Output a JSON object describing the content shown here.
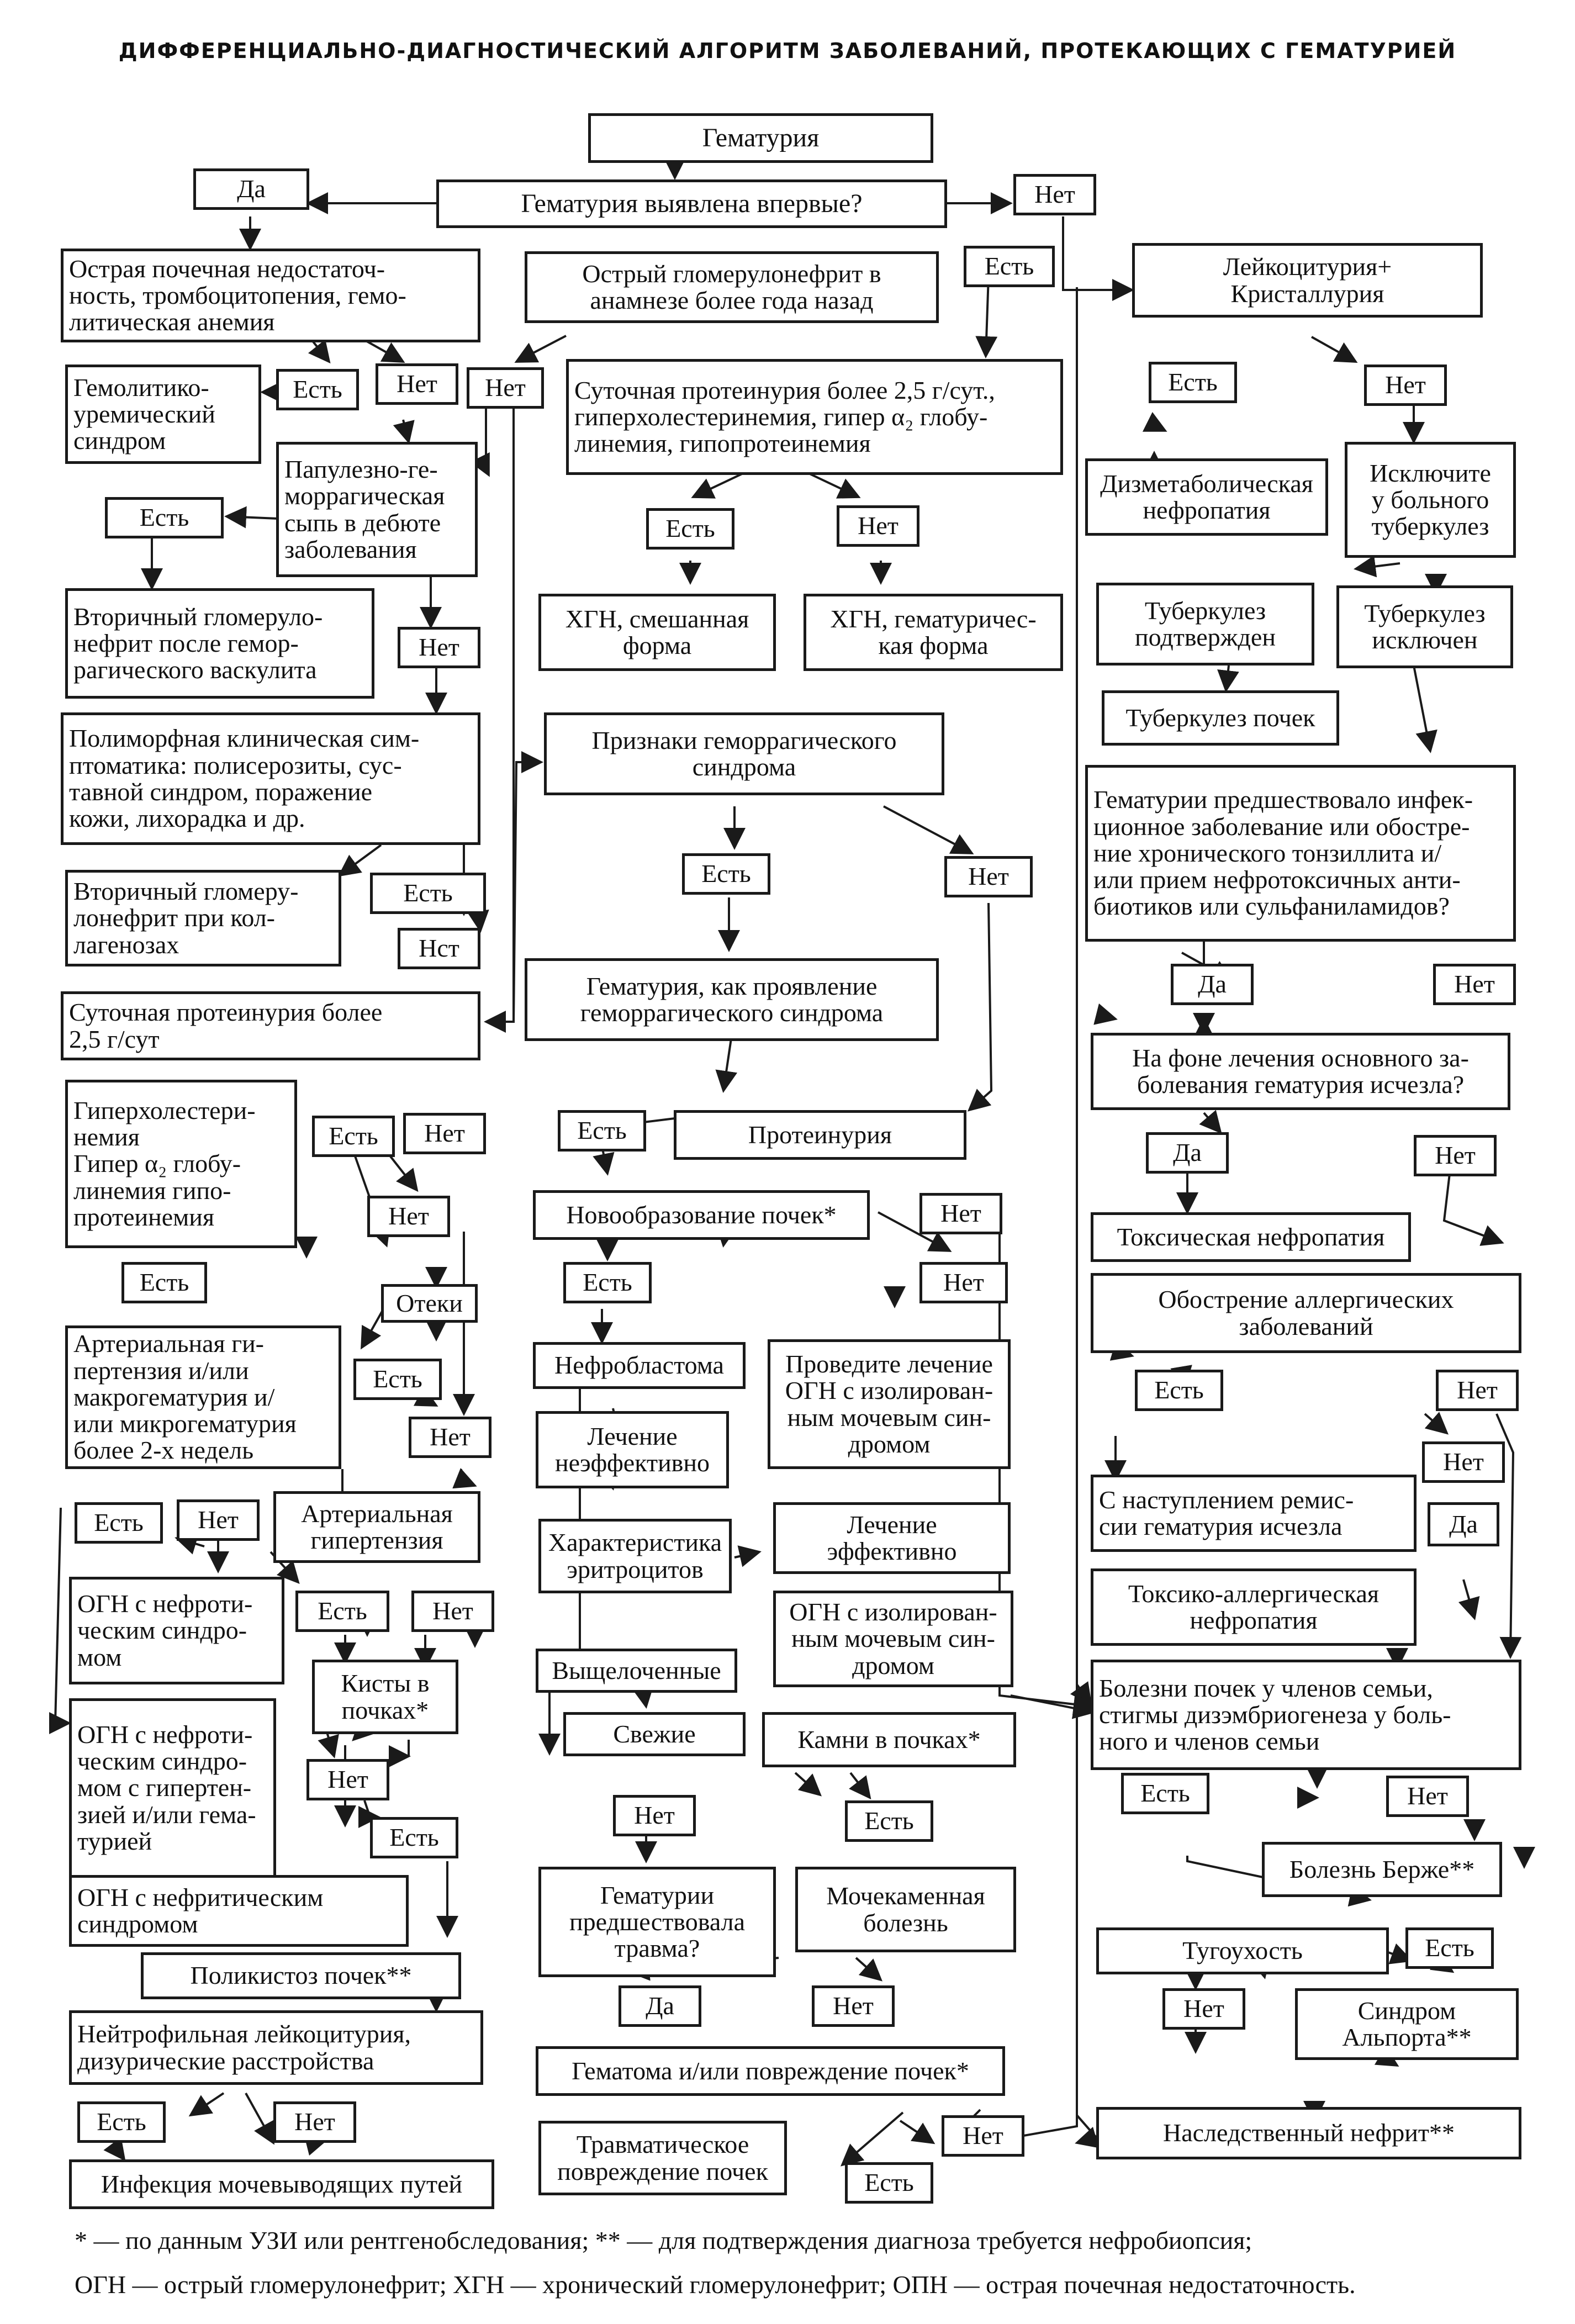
{
  "title": "ДИФФЕРЕНЦИАЛЬНО-ДИАГНОСТИЧЕСКИЙ АЛГОРИТМ ЗАБОЛЕВАНИЙ, ПРОТЕКАЮЩИХ С ГЕМАТУРИЕЙ",
  "nodes": {
    "n1": "Гематурия",
    "n2": "Гематурия выявлена впервые?",
    "n3": "Да",
    "n4": "Нет",
    "n5": "Острая почечная недостаточ-\nность, тромбоцитопения, гемо-\nлитическая анемия",
    "n6": "Гемолитико-\nуремический\nсиндром",
    "n7": "Есть",
    "n8": "Нет",
    "n9": "Папулезно-ге-\nморрагическая\nсыпь в дебюте\nзаболевания",
    "n10": "Есть",
    "n11": "Вторичный гломеруло-\nнефрит после гемор-\nрагического васкулита",
    "n12": "Нет",
    "n13": "Полиморфная клиническая сим-\nптоматика: полисерозиты, сус-\nтавной синдром, поражение\nкожи, лихорадка и др.",
    "n14": "Вторичный гломеру-\nлонефрит при кол-\nлагенозах",
    "n15": "Есть",
    "n16": "Нст",
    "n17": "Суточная протеинурия более\n2,5 г/сут",
    "n18": "Гиперхолестери-\nнемия\nГипер α₂ глобу-\nлинемия гипо-\nпротеинемия",
    "n19": "Есть",
    "n20": "Нет",
    "n21": "Нет",
    "n22": "Есть",
    "n23": "Отеки",
    "n24": "Артериальная ги-\nпертензия и/или\nмакрогематурия и/\nили микрогематурия\nболее 2-х недель",
    "n25": "Есть",
    "n26": "Нет",
    "n27": "Есть",
    "n28": "Нет",
    "n29": "Артериальная\nгипертензия",
    "n30": "ОГН с нефроти-\nческим синдро-\nмом",
    "n31": "Есть",
    "n32": "Нет",
    "n33": "Кисты в\nпочках*",
    "n34": "ОГН с нефроти-\nческим синдро-\nмом с гипертен-\nзией и/или гема-\nтурией",
    "n35": "Нет",
    "n36": "Есть",
    "n37": "ОГН с нефритическим\nсиндромом",
    "n38": "Поликистоз почек**",
    "n39": "Нейтрофильная лейкоцитурия,\nдизурические расстройства",
    "n40": "Есть",
    "n41": "Нет",
    "n42": "Инфекция мочевыводящих путей",
    "n43": "Острый гломерулонефрит в\nанамнезе более года назад",
    "n44": "Есть",
    "n45": "Нет",
    "n46": "Суточная протеинурия более 2,5 г/сут.,\nгиперхолестеринемия, гипер α₂ глобу-\nлинемия, гипопротеинемия",
    "n47": "Есть",
    "n48": "Нет",
    "n49": "ХГН, смешанная\nформа",
    "n50": "ХГН, гематуричес-\nкая форма",
    "n51": "Признаки геморрагического\nсиндрома",
    "n52": "Есть",
    "n53": "Нет",
    "n54": "Гематурия, как проявление\nгеморрагического синдрома",
    "n55": "Есть",
    "n56": "Протеинурия",
    "n57": "Новообразование почек*",
    "n58": "Нет",
    "n59": "Есть",
    "n60": "Нет",
    "n61": "Нефробластома",
    "n62": "Проведите лечение\nОГН с изолирован-\nным мочевым син-\nдромом",
    "n63": "Лечение\nнеэффективно",
    "n64": "Лечение\nэффективно",
    "n65": "Характеристика\nэритроцитов",
    "n66": "ОГН с изолирован-\nным мочевым син-\nдромом",
    "n67": "Выщелоченные",
    "n68": "Свежие",
    "n69": "Камни в почках*",
    "n70": "Нет",
    "n71": "Есть",
    "n72": "Гематурии\nпредшествовала\nтравма?",
    "n73": "Мочекаменная\nболезнь",
    "n74": "Да",
    "n75": "Нет",
    "n76": "Гематома и/или повреждение почек*",
    "n77": "Травматическое\nповреждение почек",
    "n78": "Нет",
    "n79": "Есть",
    "n80": "Лейкоцитурия+\nКристаллурия",
    "n81": "Есть",
    "n82": "Нет",
    "n83": "Дизметаболическая\nнефропатия",
    "n84": "Исключите\nу больного\nтуберкулез",
    "n85": "Туберкулез\nподтвержден",
    "n86": "Туберкулез\nисключен",
    "n87": "Туберкулез почек",
    "n88": "Гематурии предшествовало инфек-\nционное заболевание или обостре-\nние хронического тонзиллита и/\nили прием нефротоксичных анти-\nбиотиков или сульфаниламидов?",
    "n89": "Да",
    "n90": "Нет",
    "n91": "На фоне лечения основного за-\nболевания гематурия исчезла?",
    "n92": "Да",
    "n93": "Нет",
    "n94": "Токсическая нефропатия",
    "n95": "Обострение аллергических\nзаболеваний",
    "n96": "Есть",
    "n97": "Нет",
    "n98": "Нет",
    "n99": "С наступлением ремис-\nсии гематурия исчезла",
    "n100": "Да",
    "n101": "Токсико-аллергическая\nнефропатия",
    "n102": "Болезни почек у членов семьи,\nстигмы дизэмбриогенеза у боль-\nного и членов семьи",
    "n103": "Есть",
    "n104": "Нет",
    "n105": "Болезнь Берже**",
    "n106": "Тугоухость",
    "n107": "Есть",
    "n108": "Нет",
    "n109": "Синдром\nАльпорта**",
    "n110": "Наследственный нефрит**"
  },
  "footnotes": {
    "line1": "* — по данным УЗИ или рентгенобследования; ** — для подтверждения диагноза требуется нефробиопсия;",
    "line2": "ОГН — острый гломерулонефрит; ХГН — хронический гломерулонефрит; ОПН — острая почечная недостаточность."
  }
}
